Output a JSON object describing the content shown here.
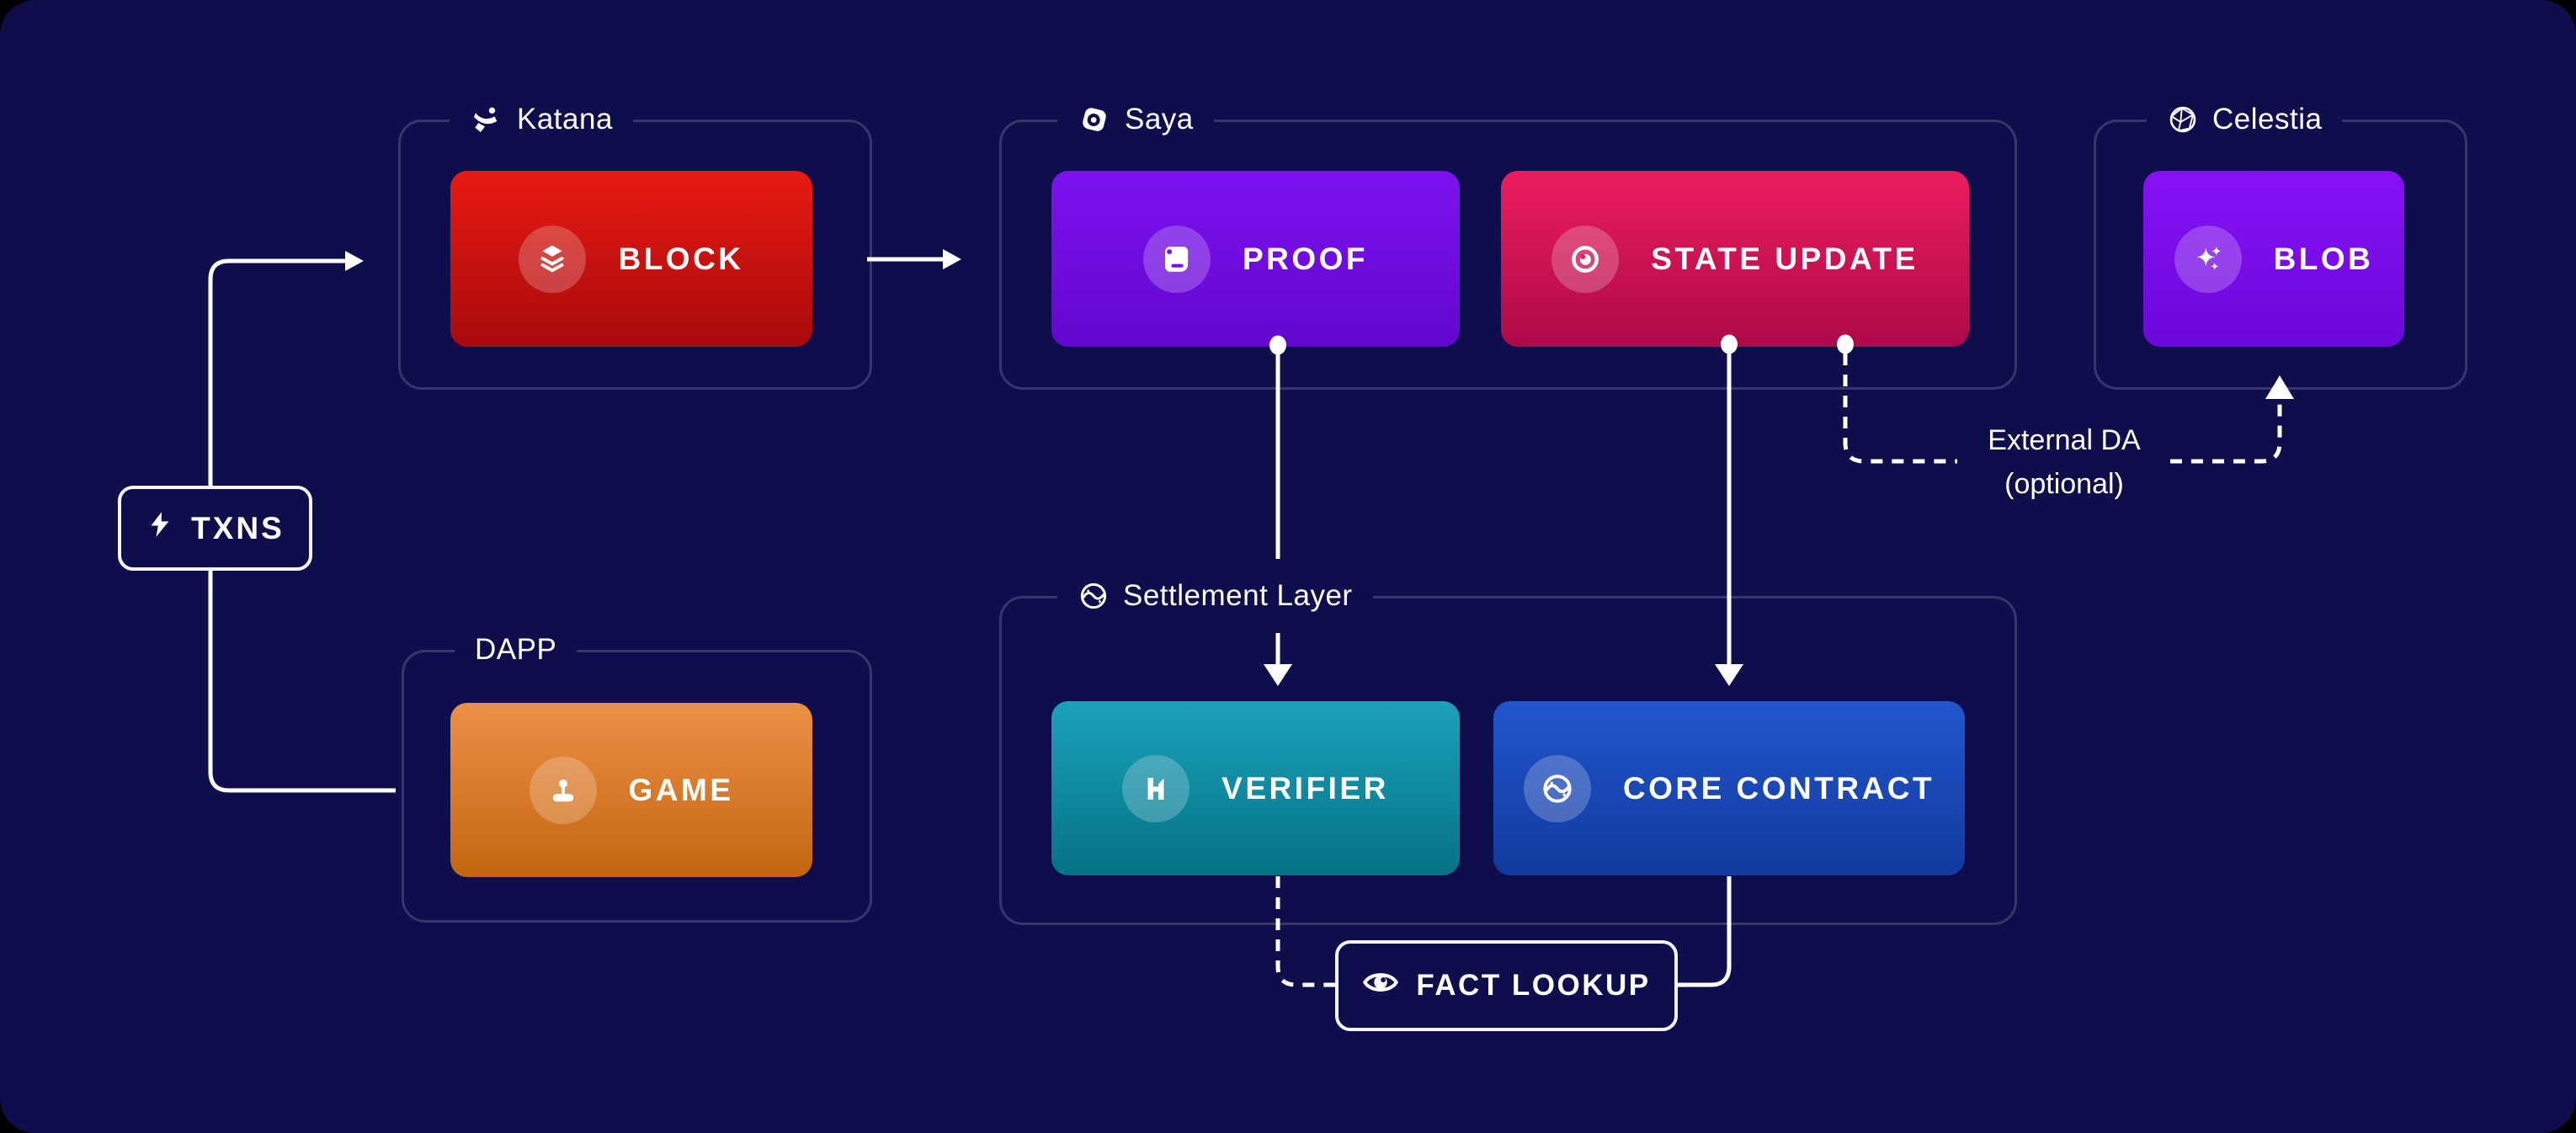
{
  "canvas": {
    "background": "#0e0e4c",
    "group_border_color": "#35376a",
    "wire_color": "#ffffff"
  },
  "txns": {
    "label": "TXNS",
    "icon": "lightning-icon"
  },
  "groups": {
    "katana": {
      "label": "Katana",
      "icon": "katana-logo-icon"
    },
    "dapp": {
      "label": "DAPP",
      "icon": null
    },
    "saya": {
      "label": "Saya",
      "icon": "saya-logo-icon"
    },
    "celestia": {
      "label": "Celestia",
      "icon": "celestia-logo-icon"
    },
    "settlement": {
      "label": "Settlement Layer",
      "icon": "starknet-logo-icon"
    }
  },
  "nodes": {
    "block": {
      "label": "BLOCK",
      "icon": "layers-icon",
      "gradient": [
        "#e81a10",
        "#a80a0e"
      ]
    },
    "game": {
      "label": "GAME",
      "icon": "joystick-icon",
      "gradient": [
        "#ec9047",
        "#c4650e"
      ]
    },
    "proof": {
      "label": "PROOF",
      "icon": "scroll-icon",
      "gradient": [
        "#7d12f0",
        "#6207cf"
      ]
    },
    "state_update": {
      "label": "STATE UPDATE",
      "icon": "eye-icon",
      "gradient": [
        "#ec1d5f",
        "#ad0948"
      ]
    },
    "blob": {
      "label": "BLOB",
      "icon": "sparkles-icon",
      "gradient": [
        "#8712f5",
        "#6b08dc"
      ]
    },
    "verifier": {
      "label": "VERIFIER",
      "icon": "h-logo-icon",
      "gradient": [
        "#1ba2bb",
        "#047285"
      ]
    },
    "core_contract": {
      "label": "CORE CONTRACT",
      "icon": "starknet-logo-icon",
      "gradient": [
        "#2156cc",
        "#123a9e"
      ]
    }
  },
  "fact_lookup": {
    "label": "FACT LOOKUP",
    "icon": "eye-outline-icon"
  },
  "annotations": {
    "external_da_line1": "External DA",
    "external_da_line2": "(optional)"
  }
}
